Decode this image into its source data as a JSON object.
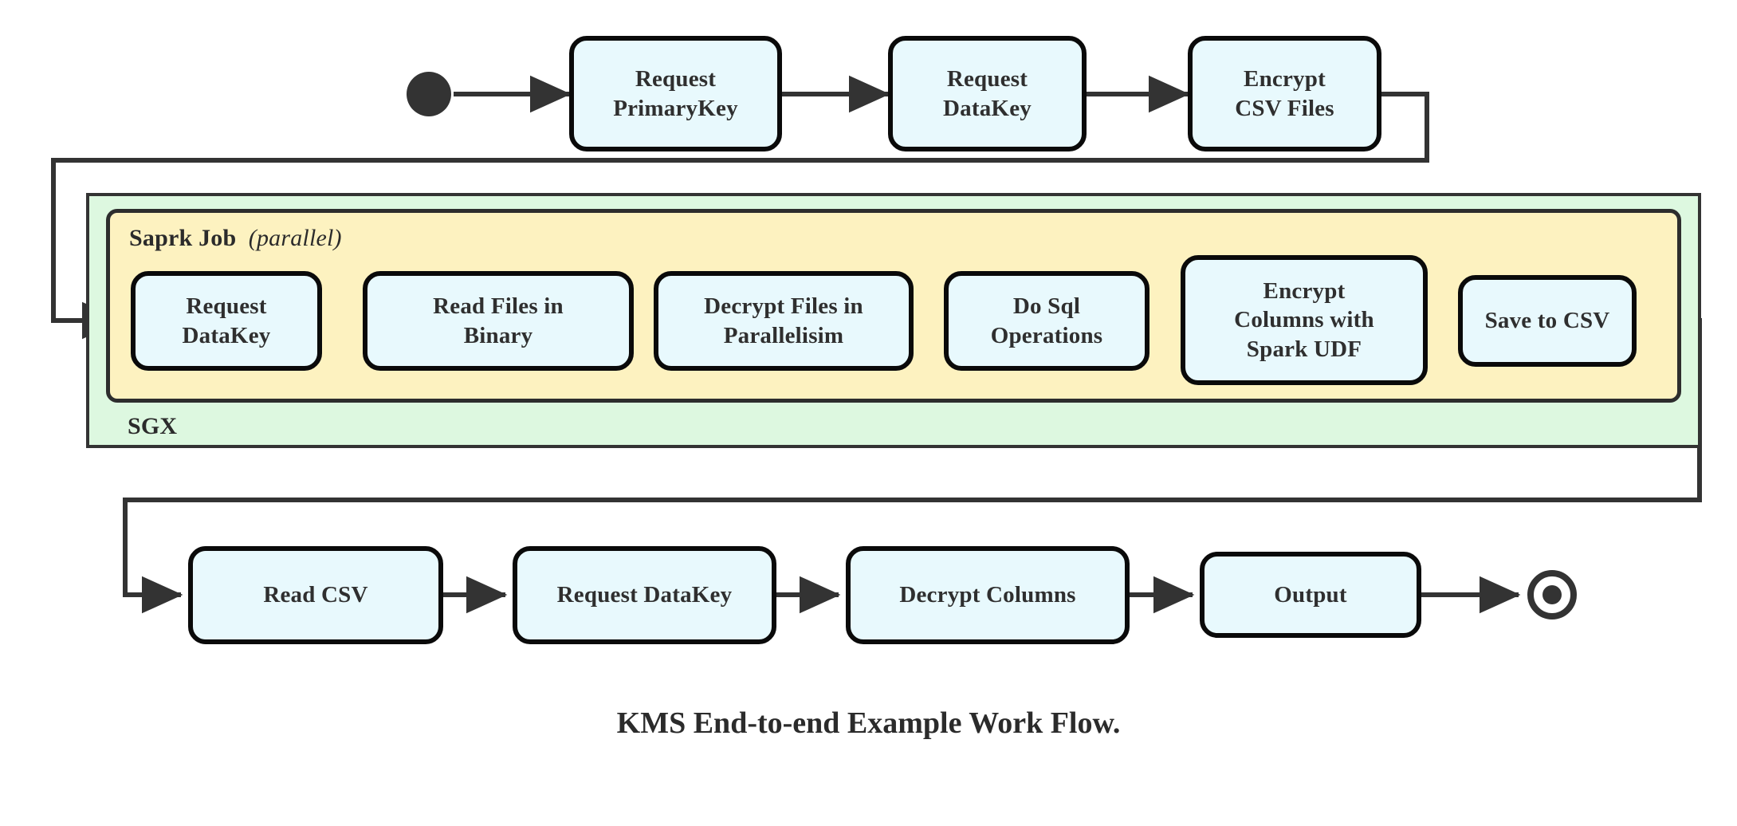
{
  "diagram": {
    "caption": "KMS End-to-end Example Work Flow.",
    "colors": {
      "node_fill": "#e8f9fd",
      "node_stroke": "#0a0a0a",
      "sgx_fill": "#ddf8e0",
      "spark_fill": "#fdf2c0",
      "edge_stroke": "#333333",
      "text": "#2f2f2f"
    },
    "containers": [
      {
        "id": "sgx",
        "label": "SGX"
      },
      {
        "id": "spark",
        "label_bold": "Saprk Job",
        "label_italic": "(parallel)"
      }
    ],
    "markers": {
      "start": "start-node",
      "end": "end-node"
    },
    "rows": {
      "top": [
        {
          "id": "request-primarykey",
          "line1": "Request",
          "line2": "PrimaryKey"
        },
        {
          "id": "request-datakey-top",
          "line1": "Request",
          "line2": "DataKey"
        },
        {
          "id": "encrypt-csv-files",
          "line1": "Encrypt",
          "line2": "CSV Files"
        }
      ],
      "middle": [
        {
          "id": "request-datakey-spark",
          "line1": "Request",
          "line2": "DataKey",
          "line3": ""
        },
        {
          "id": "read-files-in-binary",
          "line1": "Read Files in",
          "line2": "Binary",
          "line3": ""
        },
        {
          "id": "decrypt-files-in-parallelisim",
          "line1": "Decrypt Files in",
          "line2": "Parallelisim",
          "line3": ""
        },
        {
          "id": "do-sql-operations",
          "line1": "Do Sql",
          "line2": "Operations",
          "line3": ""
        },
        {
          "id": "encrypt-columns-with-spark-udf",
          "line1": "Encrypt",
          "line2": "Columns with",
          "line3": "Spark UDF"
        },
        {
          "id": "save-to-csv",
          "line1": "Save to CSV",
          "line2": "",
          "line3": ""
        }
      ],
      "bottom": [
        {
          "id": "read-csv",
          "line1": "Read CSV"
        },
        {
          "id": "request-datakey-bottom",
          "line1": "Request DataKey"
        },
        {
          "id": "decrypt-columns",
          "line1": "Decrypt Columns"
        },
        {
          "id": "output",
          "line1": "Output"
        }
      ]
    },
    "flow_order": [
      "start",
      "Request PrimaryKey",
      "Request DataKey",
      "Encrypt CSV Files",
      "Request DataKey",
      "Read Files in Binary",
      "Decrypt Files in Parallelisim",
      "Do Sql Operations",
      "Encrypt Columns with Spark UDF",
      "Save to CSV",
      "Read CSV",
      "Request DataKey",
      "Decrypt Columns",
      "Output",
      "end"
    ]
  }
}
